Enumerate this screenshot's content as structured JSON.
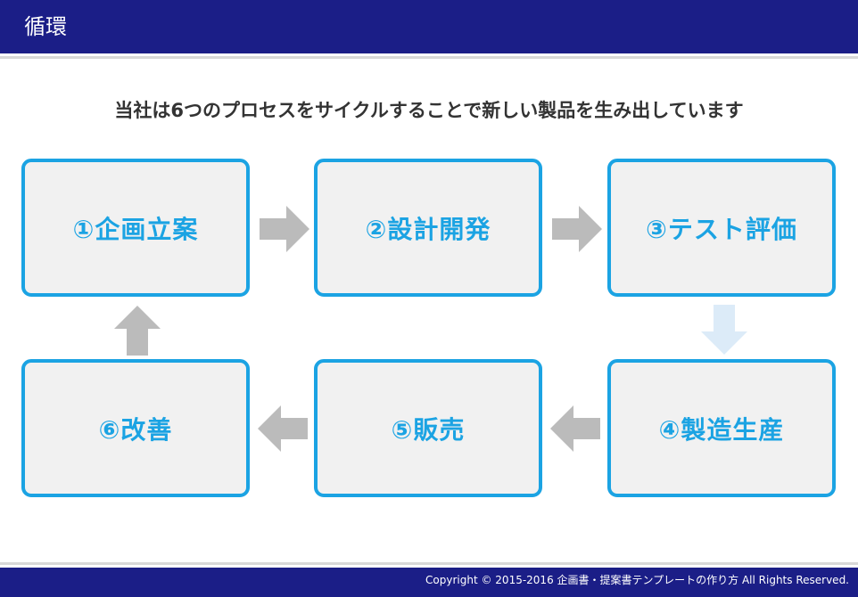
{
  "header": {
    "title": "循環"
  },
  "main": {
    "description": "当社は6つのプロセスをサイクルすることで新しい製品を生み出しています",
    "steps": [
      {
        "label": "①企画立案"
      },
      {
        "label": "②設計開発"
      },
      {
        "label": "③テスト評価"
      },
      {
        "label": "④製造生産"
      },
      {
        "label": "⑤販売"
      },
      {
        "label": "⑥改善"
      }
    ],
    "arrows": [
      {
        "from": "①企画立案",
        "to": "②設計開発",
        "direction": "right",
        "color": "#bbbbbb"
      },
      {
        "from": "②設計開発",
        "to": "③テスト評価",
        "direction": "right",
        "color": "#bbbbbb"
      },
      {
        "from": "③テスト評価",
        "to": "④製造生産",
        "direction": "down",
        "color": "#dcebf8"
      },
      {
        "from": "④製造生産",
        "to": "⑤販売",
        "direction": "left",
        "color": "#bbbbbb"
      },
      {
        "from": "⑤販売",
        "to": "⑥改善",
        "direction": "left",
        "color": "#bbbbbb"
      },
      {
        "from": "⑥改善",
        "to": "①企画立案",
        "direction": "up",
        "color": "#bbbbbb"
      }
    ]
  },
  "colors": {
    "header_bg": "#1b1e87",
    "box_border": "#1ba3e3",
    "box_bg": "#f1f1f1",
    "label_text": "#1ba3e3"
  },
  "footer": {
    "copyright": "Copyright © 2015-2016 企画書・提案書テンプレートの作り方 All Rights Reserved."
  }
}
